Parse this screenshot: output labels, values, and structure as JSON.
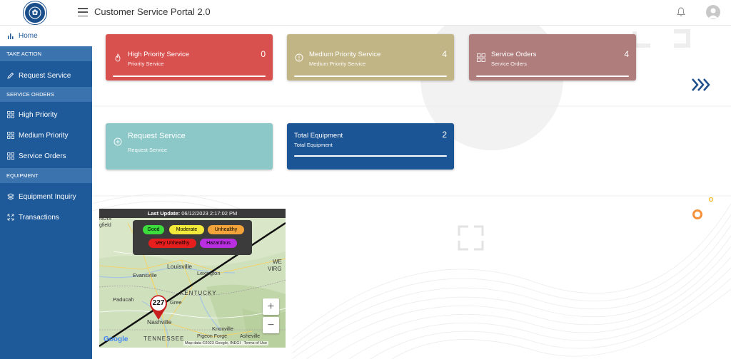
{
  "header": {
    "title": "Customer Service Portal 2.0"
  },
  "sidebar": {
    "home": "Home",
    "sections": [
      {
        "label": "TAKE ACTION"
      },
      {
        "label": "SERVICE ORDERS"
      },
      {
        "label": "EQUIPMENT"
      }
    ],
    "items": {
      "request_service": "Request Service",
      "high_priority": "High Priority",
      "medium_priority": "Medium Priority",
      "service_orders": "Service Orders",
      "equipment_inquiry": "Equipment Inquiry",
      "transactions": "Transactions"
    }
  },
  "cards": {
    "high_priority": {
      "title": "High Priority Service",
      "subtitle": "Priority Service",
      "count": "0",
      "color": "#d9514f"
    },
    "medium_priority": {
      "title": "Medium Priority Service",
      "subtitle": "Medium Priority Service",
      "count": "4",
      "color": "#c2b585"
    },
    "service_orders": {
      "title": "Service Orders",
      "subtitle": "Service Orders",
      "count": "4",
      "color": "#b07d7d"
    },
    "request_service": {
      "title": "Request Service",
      "subtitle": "Request Service",
      "color": "#8cc8c8"
    },
    "total_equipment": {
      "title": "Total Equipment",
      "subtitle": "Total Equipment",
      "count": "2",
      "color": "#1c5596"
    }
  },
  "map": {
    "last_update_label": "Last Update:",
    "last_update_value": "06/12/2023 2:17:02 PM",
    "legend": {
      "good": "Good",
      "moderate": "Moderate",
      "unhealthy": "Unhealthy",
      "very_unhealthy": "Very Unhealthy",
      "hazardous": "Hazardous"
    },
    "legend_colors": {
      "good": "#3ddc3d",
      "moderate": "#f2e93a",
      "unhealthy": "#f2a43a",
      "very_unhealthy": "#e61e1e",
      "hazardous": "#b82ee0"
    },
    "marker_value": "227",
    "places": {
      "louisville": "Louisville",
      "evansville": "Evansville",
      "lexington": "Lexington",
      "paducah": "Paducah",
      "kentucky": "KENTUCKY",
      "nashville": "Nashville",
      "knoxville": "Knoxville",
      "tennessee": "TENNESSEE",
      "asheville": "Asheville",
      "pigeon_forge": "Pigeon Forge",
      "greenfield": "gfield",
      "illinois": "NOIS",
      "west_virginia_1": "WE",
      "west_virginia_2": "VIRG",
      "green": "Gree"
    },
    "zoom_in": "+",
    "zoom_out": "−",
    "footer": "Map data ©2023 Google, INEGI",
    "terms": "Terms of Use",
    "google": "Google"
  }
}
